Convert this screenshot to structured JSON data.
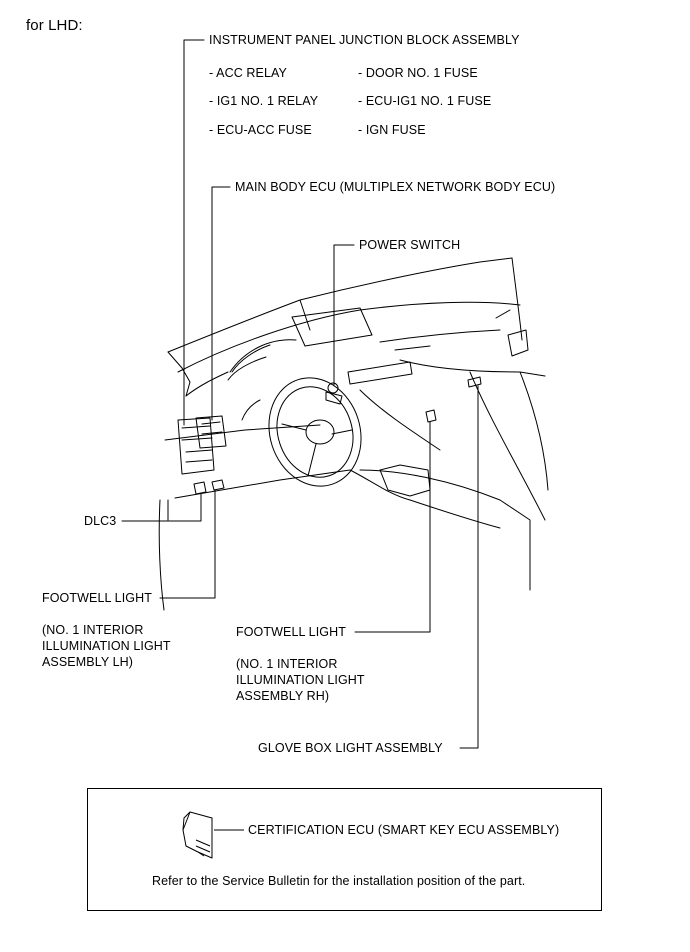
{
  "header": {
    "variant": "for LHD:"
  },
  "labels": {
    "ipjb": "INSTRUMENT PANEL JUNCTION BLOCK ASSEMBLY",
    "ipjb_items": [
      "- ACC RELAY",
      "- IG1 NO. 1 RELAY",
      "- ECU-ACC FUSE",
      "- DOOR NO. 1 FUSE",
      "- ECU-IG1 NO. 1 FUSE",
      "- IGN FUSE"
    ],
    "main_body_ecu": "MAIN BODY ECU (MULTIPLEX NETWORK BODY ECU)",
    "power_switch": "POWER SWITCH",
    "dlc3": "DLC3",
    "footwell_lh": "FOOTWELL LIGHT",
    "footwell_lh_sub": [
      "(NO. 1 INTERIOR",
      "ILLUMINATION LIGHT",
      "ASSEMBLY LH)"
    ],
    "footwell_rh": "FOOTWELL LIGHT",
    "footwell_rh_sub": [
      "(NO. 1 INTERIOR",
      "ILLUMINATION LIGHT",
      "ASSEMBLY RH)"
    ],
    "glove_box": "GLOVE BOX LIGHT ASSEMBLY"
  },
  "note_box": {
    "cert_ecu": "CERTIFICATION ECU (SMART KEY ECU ASSEMBLY)",
    "note": "Refer to the Service Bulletin for the installation position of the part."
  }
}
